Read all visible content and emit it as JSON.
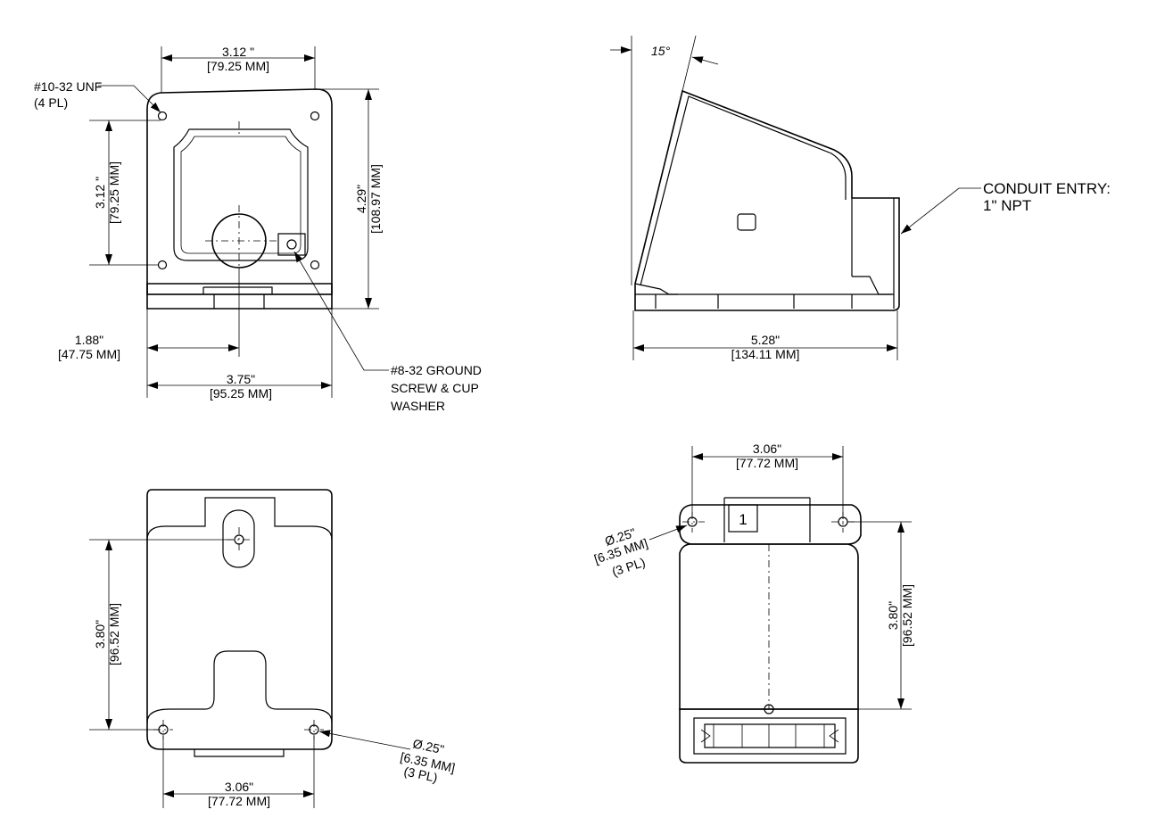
{
  "front": {
    "top_width": "3.12 \"",
    "top_width_mm": "[79.25 MM]",
    "hole_size": "#10-32 UNF",
    "hole_count": "(4 PL)",
    "hole_spacing_vertical": "3.12 \"",
    "hole_spacing_vertical_mm": "[79.25 MM]",
    "height": "4.29\"",
    "height_mm": "[108.97 MM]",
    "center_offset": "1.88\"",
    "center_offset_mm": "[47.75 MM]",
    "width": "3.75\"",
    "width_mm": "[95.25 MM]",
    "ground_line1": "#8-32 GROUND",
    "ground_line2": "SCREW &  CUP",
    "ground_line3": "WASHER"
  },
  "side": {
    "angle": "15°",
    "conduit_line1": "CONDUIT ENTRY:",
    "conduit_line2": "1\" NPT",
    "length": "5.28\"",
    "length_mm": "[134.11 MM]"
  },
  "bottom": {
    "hole_spacing_vertical": "3.80\"",
    "hole_spacing_vertical_mm": "[96.52 MM]",
    "hole_diameter": "Ø.25\"",
    "hole_diameter_mm": "[6.35 MM]",
    "hole_count": "(3 PL)",
    "hole_spacing_horizontal": "3.06\"",
    "hole_spacing_horizontal_mm": "[77.72 MM]"
  },
  "rear": {
    "hole_spacing_horizontal": "3.06\"",
    "hole_spacing_horizontal_mm": "[77.72 MM]",
    "hole_diameter": "Ø.25\"",
    "hole_diameter_mm": "[6.35 MM]",
    "hole_count": "(3 PL)",
    "hole_spacing_vertical": "3.80\"",
    "hole_spacing_vertical_mm": "[96.52 MM]",
    "label_number": "1"
  }
}
